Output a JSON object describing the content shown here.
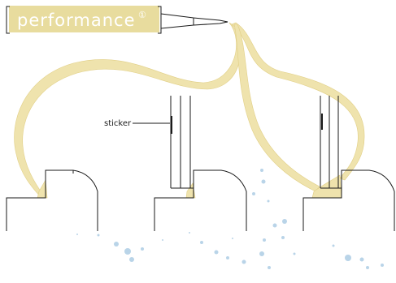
{
  "tag": {
    "title": "performance",
    "marker": "①"
  },
  "callout": {
    "sticker_label": "sticker"
  },
  "colors": {
    "tape": "#efe3ad",
    "tape_edge": "#e1cf86",
    "outline": "#1a1a1a",
    "droplet": "#b9d4e8",
    "tag_fill": "#e8dc9e",
    "tag_text": "#ffffff"
  },
  "icons": {
    "marker": "circled-one-icon"
  }
}
